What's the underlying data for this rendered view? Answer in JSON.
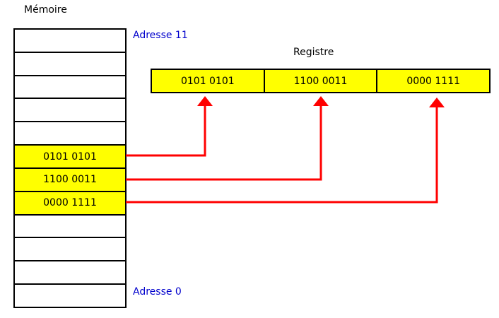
{
  "colors": {
    "highlight": "#FFFF00",
    "arrow": "#FF0000",
    "address_text": "#0000CC",
    "border": "#000000"
  },
  "memory": {
    "title": "Mémoire",
    "address_top": "Adresse 11",
    "address_bottom": "Adresse 0",
    "cells": [
      "",
      "",
      "",
      "",
      "",
      "0101 0101",
      "1100 0011",
      "0000 1111",
      "",
      "",
      "",
      ""
    ]
  },
  "register": {
    "title": "Registre",
    "cells": [
      "0101 0101",
      "1100 0011",
      "0000 1111"
    ]
  }
}
